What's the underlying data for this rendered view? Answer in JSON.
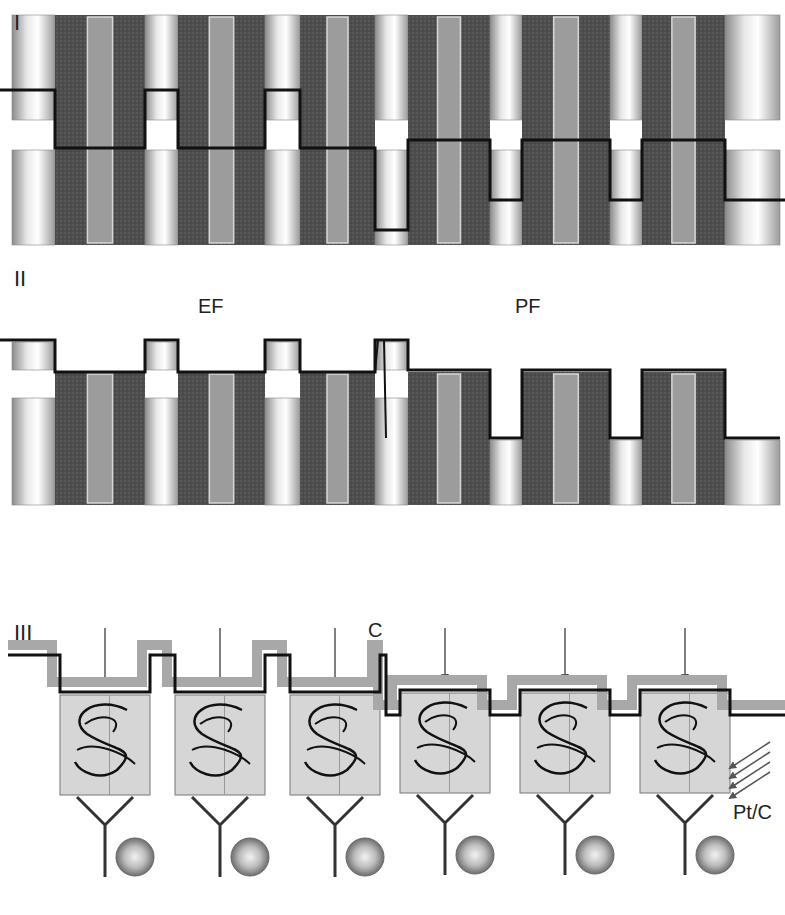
{
  "diagram": {
    "labels": [
      "I",
      "II",
      "EF",
      "PF",
      "III",
      "C",
      "Pt/C"
    ]
  }
}
